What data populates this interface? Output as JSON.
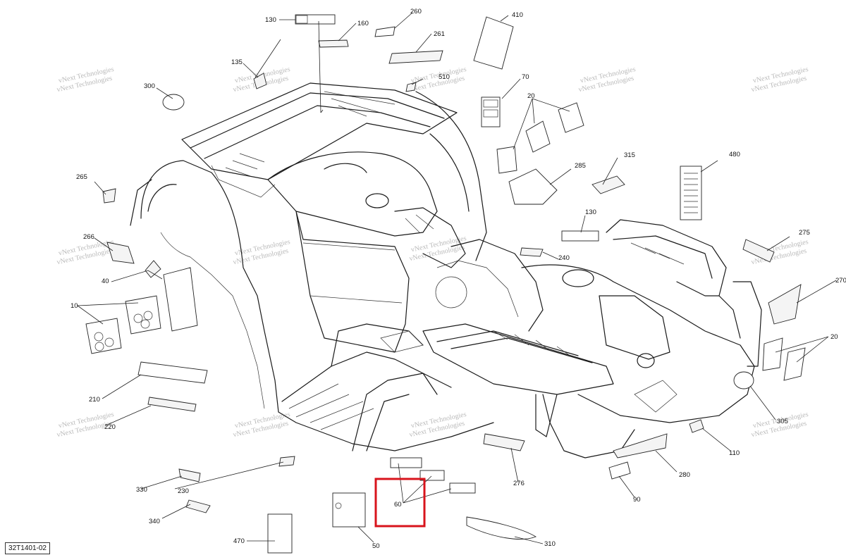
{
  "diagram": {
    "drawing_code": "32T1401-02",
    "watermark": "vNext Technologies",
    "callouts": {
      "c10": "10",
      "c20": "20",
      "c40": "40",
      "c50": "50",
      "c60": "60",
      "c70": "70",
      "c90": "90",
      "c110": "110",
      "c130a": "130",
      "c130b": "130",
      "c135": "135",
      "c160": "160",
      "c210": "210",
      "c220": "220",
      "c230": "230",
      "c240": "240",
      "c260": "260",
      "c261": "261",
      "c265": "265",
      "c266": "266",
      "c270": "270",
      "c275": "275",
      "c276": "276",
      "c280": "280",
      "c285": "285",
      "c300": "300",
      "c305": "305",
      "c310": "310",
      "c315": "315",
      "c330": "330",
      "c340": "340",
      "c410": "410",
      "c470": "470",
      "c480": "480",
      "c510": "510"
    },
    "highlight_color": "#d8141c",
    "highlighted_callout": "60"
  }
}
